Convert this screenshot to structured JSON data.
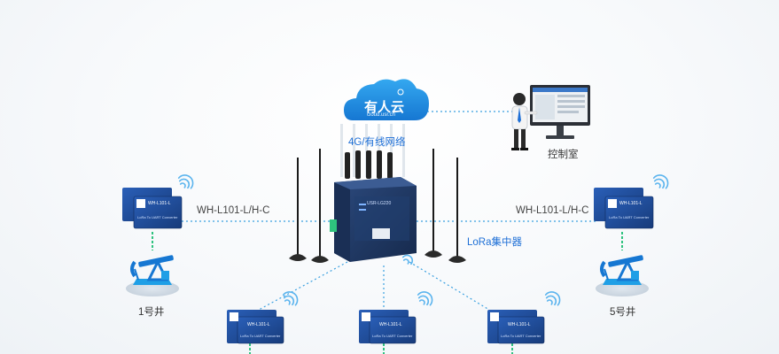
{
  "cloud": {
    "brand": "有人云",
    "url": "cloud.usr.cn"
  },
  "links": {
    "backhaul": "4G/有线网络",
    "left": "WH-L101-L/H-C",
    "right": "WH-L101-L/H-C"
  },
  "labels": {
    "control_room": "控制室",
    "concentrator": "LoRa集中器",
    "well_left": "1号井",
    "well_right": "5号井"
  },
  "gateway": {
    "model": "USR-LG220"
  },
  "module": {
    "title": "WH-L101-L",
    "subtitle": "LoRa To UART Converter"
  },
  "colors": {
    "accent": "#1e6fd6",
    "cloud": "#1f8fe0",
    "link": "#3aa0e0",
    "wired": "#2ec27e",
    "device": "#2b3f66"
  },
  "icons": [
    "cloud-icon",
    "computer-icon",
    "wifi-icon",
    "pumpjack-icon",
    "antenna-icon"
  ]
}
